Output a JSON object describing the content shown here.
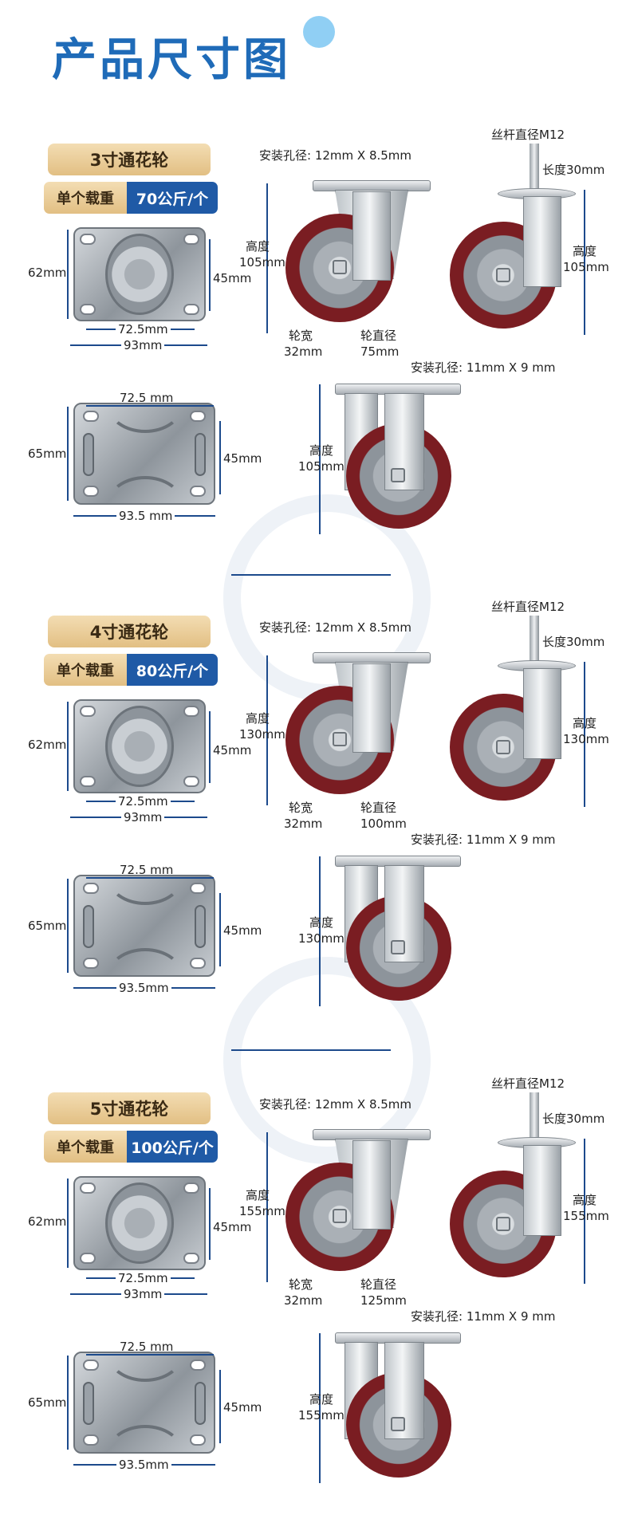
{
  "page": {
    "title": "产品尺寸图"
  },
  "sections": [
    {
      "size": "3寸通花轮",
      "load_label": "单个载重",
      "load_value": "70公斤/个",
      "plate1": {
        "h": "62mm",
        "inner_h": "45mm",
        "inner_w": "72.5mm",
        "outer_w": "93mm"
      },
      "plate2": {
        "top": "72.5 mm",
        "h": "65mm",
        "inner_h": "45mm",
        "w": "93.5 mm"
      },
      "swivel": {
        "hole": "安装孔径: 12mm X 8.5mm",
        "height": "高度",
        "height_val": "105mm",
        "width": "轮宽",
        "width_val": "32mm",
        "dia": "轮直径",
        "dia_val": "75mm"
      },
      "stem": {
        "rod": "丝杆直径M12",
        "len": "长度30mm",
        "height": "高度",
        "height_val": "105mm"
      },
      "rigid": {
        "hole": "安装孔径: 11mm X 9 mm",
        "height": "高度",
        "height_val": "105mm"
      }
    },
    {
      "size": "4寸通花轮",
      "load_label": "单个载重",
      "load_value": "80公斤/个",
      "plate1": {
        "h": "62mm",
        "inner_h": "45mm",
        "inner_w": "72.5mm",
        "outer_w": "93mm"
      },
      "plate2": {
        "top": "72.5 mm",
        "h": "65mm",
        "inner_h": "45mm",
        "w": "93.5mm"
      },
      "swivel": {
        "hole": "安装孔径: 12mm X 8.5mm",
        "height": "高度",
        "height_val": "130mm",
        "width": "轮宽",
        "width_val": "32mm",
        "dia": "轮直径",
        "dia_val": "100mm"
      },
      "stem": {
        "rod": "丝杆直径M12",
        "len": "长度30mm",
        "height": "高度",
        "height_val": "130mm"
      },
      "rigid": {
        "hole": "安装孔径: 11mm X 9 mm",
        "height": "高度",
        "height_val": "130mm"
      }
    },
    {
      "size": "5寸通花轮",
      "load_label": "单个载重",
      "load_value": "100公斤/个",
      "plate1": {
        "h": "62mm",
        "inner_h": "45mm",
        "inner_w": "72.5mm",
        "outer_w": "93mm"
      },
      "plate2": {
        "top": "72.5 mm",
        "h": "65mm",
        "inner_h": "45mm",
        "w": "93.5mm"
      },
      "swivel": {
        "hole": "安装孔径: 12mm X 8.5mm",
        "height": "高度",
        "height_val": "155mm",
        "width": "轮宽",
        "width_val": "32mm",
        "dia": "轮直径",
        "dia_val": "125mm"
      },
      "stem": {
        "rod": "丝杆直径M12",
        "len": "长度30mm",
        "height": "高度",
        "height_val": "155mm"
      },
      "rigid": {
        "hole": "安装孔径: 11mm X 9 mm",
        "height": "高度",
        "height_val": "155mm"
      }
    }
  ]
}
